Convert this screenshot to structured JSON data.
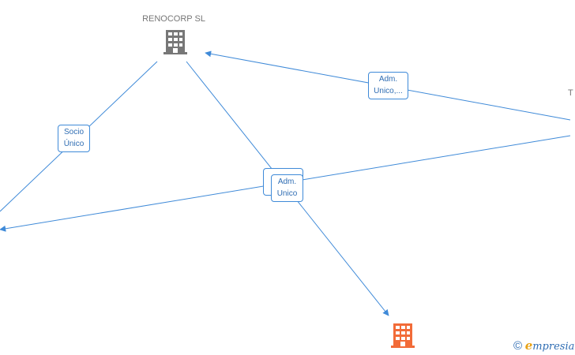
{
  "diagram": {
    "nodes": [
      {
        "id": "renocorp",
        "label": "RENOCORP  SL",
        "icon": "building-icon",
        "color": "#777777"
      },
      {
        "id": "right-partial",
        "label": "T",
        "icon": "",
        "color": "#777777"
      },
      {
        "id": "target-company",
        "label": "",
        "icon": "building-icon",
        "color": "#f26b38"
      }
    ],
    "edges": [
      {
        "id": "edge-socio-unico",
        "label_lines": [
          "Socio",
          "Único"
        ]
      },
      {
        "id": "edge-adm-unico-1",
        "label_lines": [
          "Adm.",
          "Unico,..."
        ]
      },
      {
        "id": "edge-adm-unico-2",
        "label_lines": [
          "Adm.",
          "Unico"
        ]
      }
    ],
    "colors": {
      "edge": "#3f8ad8",
      "main_company": "#f26b38",
      "company": "#777777"
    }
  },
  "watermark": {
    "copyright_symbol": "©",
    "brand_initial": "e",
    "brand_rest": "mpresia"
  }
}
